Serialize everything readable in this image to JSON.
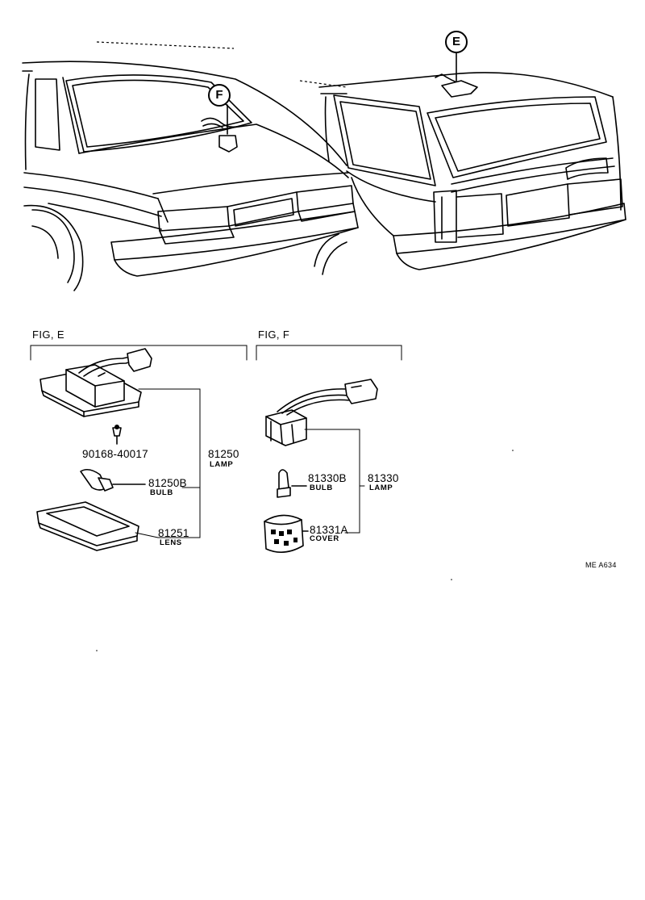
{
  "callouts": {
    "left_car": "F",
    "right_car": "E"
  },
  "figures": {
    "fig_e": {
      "title": "FIG, E",
      "parts": [
        {
          "number": "90168-40017",
          "name": ""
        },
        {
          "number": "81250",
          "name": "LAMP"
        },
        {
          "number": "81250B",
          "name": "BULB"
        },
        {
          "number": "81251",
          "name": "LENS"
        }
      ]
    },
    "fig_f": {
      "title": "FIG, F",
      "parts": [
        {
          "number": "81330B",
          "name": "BULB"
        },
        {
          "number": "81330",
          "name": "LAMP"
        },
        {
          "number": "81331A",
          "name": "COVER"
        }
      ]
    }
  },
  "diagram_code": "ME  A634"
}
